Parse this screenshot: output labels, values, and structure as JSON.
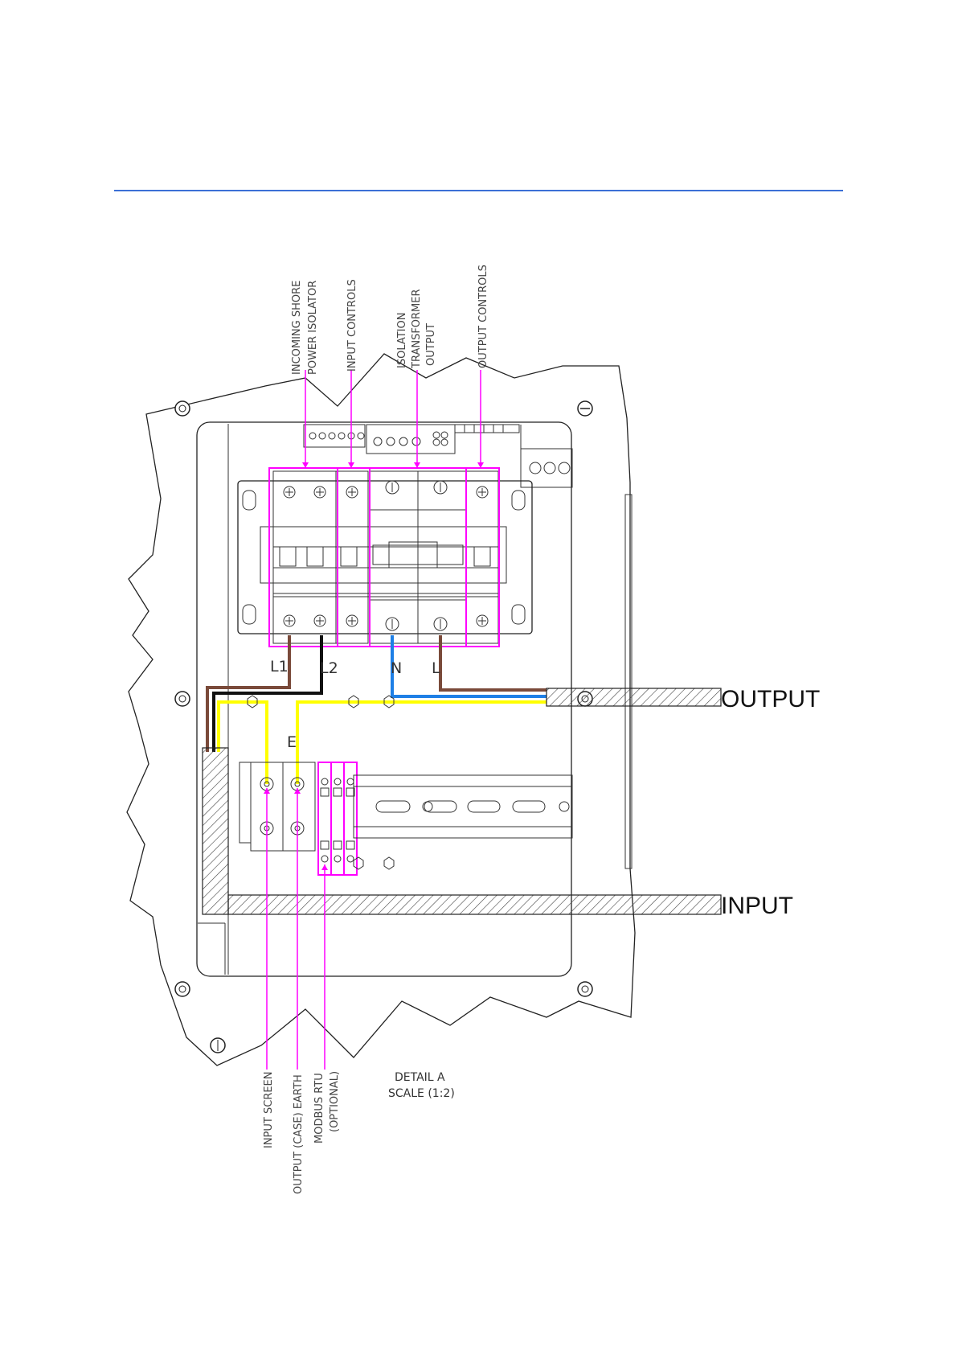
{
  "callouts_top": {
    "incoming_line1": "INCOMING SHORE",
    "incoming_line2": "POWER ISOLATOR",
    "input_controls": "INPUT CONTROLS",
    "isolation_line1": "ISOLATION",
    "isolation_line2": "TRANSFORMER",
    "isolation_line3": "OUTPUT",
    "output_controls": "OUTPUT CONTROLS"
  },
  "callouts_bottom": {
    "input_screen": "INPUT SCREEN",
    "output_case_earth": "OUTPUT (CASE) EARTH",
    "modbus_line1": "MODBUS RTU",
    "modbus_line2": "(OPTIONAL)"
  },
  "terminals": {
    "l1": "L1",
    "l2": "L2",
    "n": "N",
    "l": "L",
    "e": "E"
  },
  "cables": {
    "output": "OUTPUT",
    "input": "INPUT"
  },
  "detail": {
    "line1": "DETAIL A",
    "line2": "SCALE (1:2)"
  },
  "colors": {
    "header_rule": "#3b6fd6",
    "annotation": "#ff00ff",
    "wire_brown": "#7a4a3a",
    "wire_black": "#111111",
    "wire_blue": "#1e7fe6",
    "wire_yellow": "#ffff00"
  }
}
